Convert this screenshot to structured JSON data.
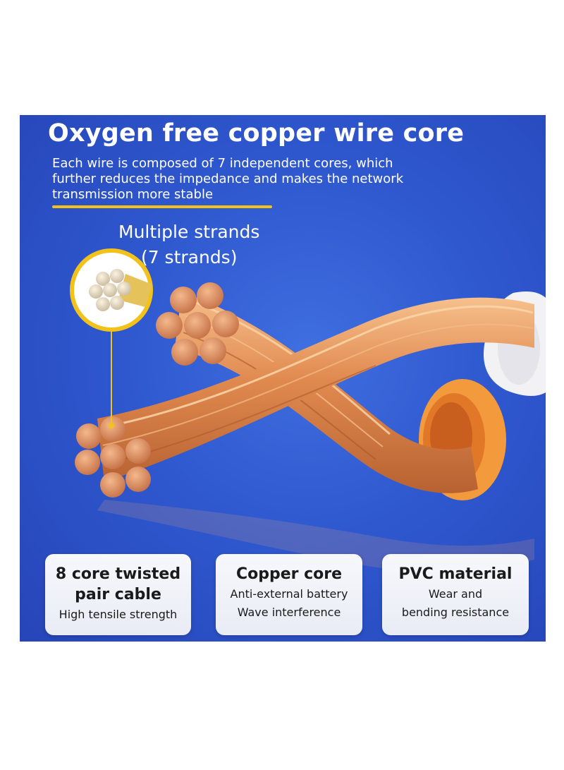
{
  "header": {
    "title": "Oxygen free copper wire core",
    "description_lines": [
      "Each wire is composed of 7 independent cores, which",
      "further reduces the impedance and makes the network",
      "transmission more stable"
    ]
  },
  "strands": {
    "line1": "Multiple strands",
    "line2": "(7 strands)"
  },
  "cards": [
    {
      "title_lines": [
        "8 core twisted",
        "pair cable"
      ],
      "sub_lines": [
        "High tensile strength"
      ]
    },
    {
      "title_lines": [
        "Copper core"
      ],
      "sub_lines": [
        "Anti-external battery",
        "Wave interference"
      ]
    },
    {
      "title_lines": [
        "PVC material"
      ],
      "sub_lines": [
        "Wear and",
        "bending resistance"
      ]
    }
  ],
  "colors": {
    "background": "#2f58cf",
    "accent_underline": "#f3c21a",
    "copper": "#e08a55",
    "card": "#eef0f7"
  }
}
